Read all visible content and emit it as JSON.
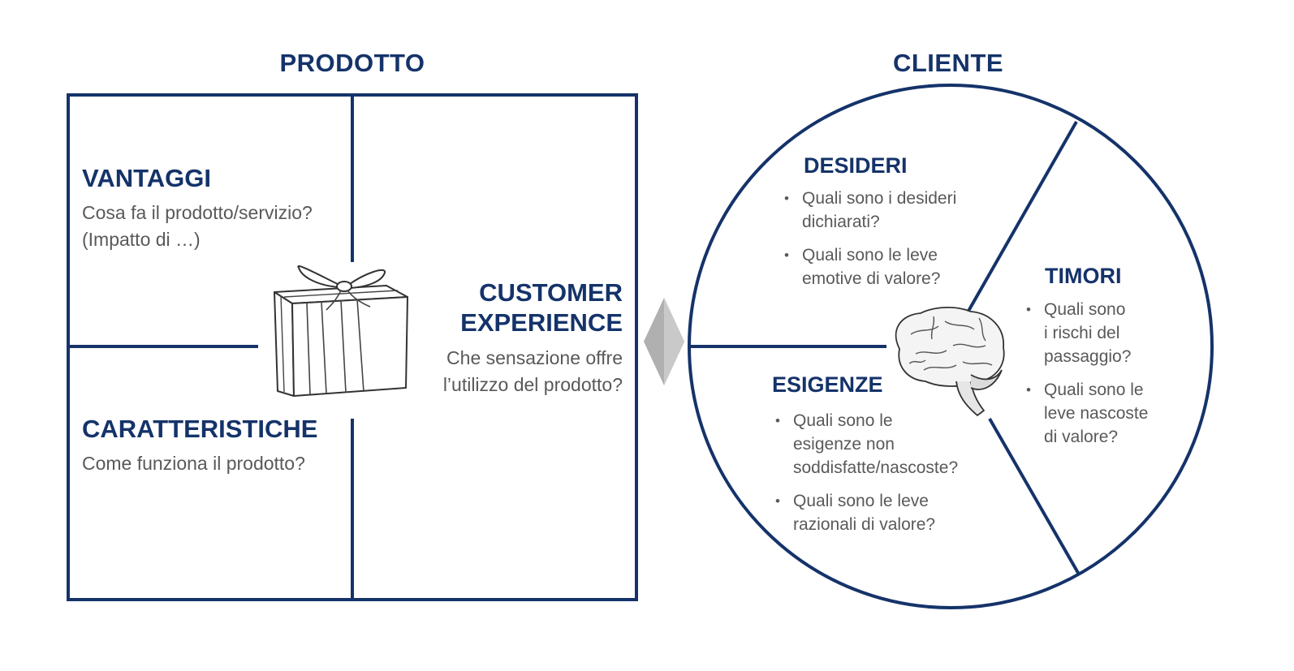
{
  "colors": {
    "navy": "#15336a",
    "text_gray": "#595959",
    "separator": "#b0b0b0"
  },
  "prodotto": {
    "title": "PRODOTTO",
    "vantaggi": {
      "title": "VANTAGGI",
      "line1": "Cosa fa il prodotto/servizio?",
      "line2": "(Impatto di …)"
    },
    "caratteristiche": {
      "title": "CARATTERISTICHE",
      "line1": "Come funziona il prodotto?"
    },
    "customer_experience": {
      "title_line1": "CUSTOMER",
      "title_line2": "EXPERIENCE",
      "line1": "Che sensazione offre",
      "line2": "l’utilizzo del prodotto?"
    },
    "icon": "gift-box-icon"
  },
  "cliente": {
    "title": "CLIENTE",
    "desideri": {
      "title": "DESIDERI",
      "items": [
        "Quali sono i desideri\ndichiarati?",
        "Quali sono le leve\nemotive di valore?"
      ]
    },
    "timori": {
      "title": "TIMORI",
      "items": [
        "Quali sono\ni rischi del\npassaggio?",
        "Quali sono le\nleve nascoste\ndi valore?"
      ]
    },
    "esigenze": {
      "title": "ESIGENZE",
      "items": [
        "Quali sono le\nesigenze non\nsoddisfatte/nascoste?",
        "Quali sono le leve\nrazionali di valore?"
      ]
    },
    "icon": "brain-icon"
  },
  "connector_icon": "diamond-separator-icon"
}
